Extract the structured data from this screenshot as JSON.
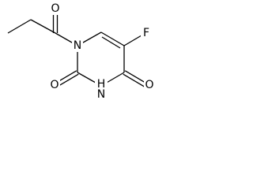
{
  "molecule": {
    "atoms": {
      "o_acyl": "O",
      "n1": "N",
      "f": "F",
      "o2": "O",
      "n3": "N",
      "h3": "H",
      "o4": "O"
    }
  }
}
